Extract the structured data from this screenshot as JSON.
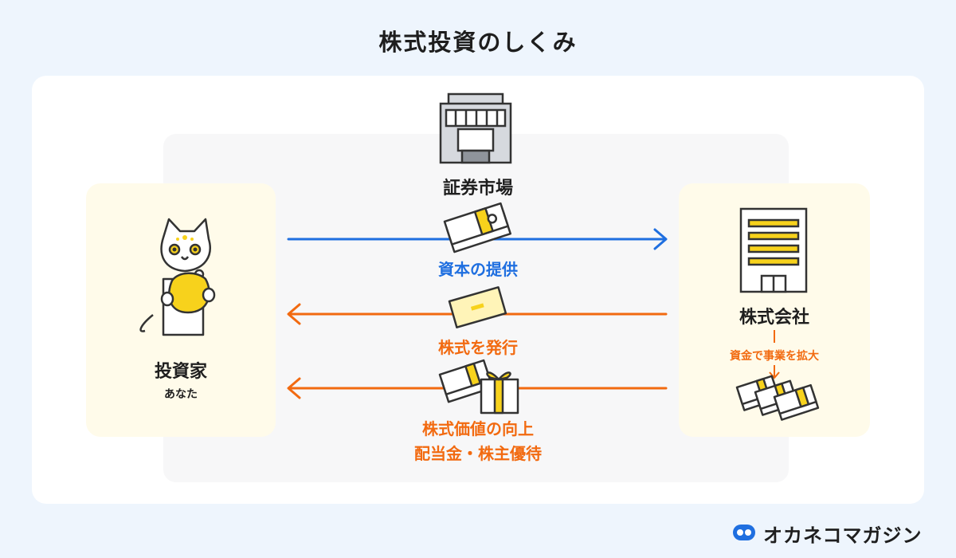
{
  "title": "株式投資のしくみ",
  "market": {
    "label": "証券市場",
    "icon": "stock-exchange-building-icon"
  },
  "investor": {
    "label": "投資家",
    "sublabel": "あなた",
    "icon": "cat-holding-coin-purse-icon"
  },
  "company": {
    "label": "株式会社",
    "note": "資金で事業を拡大",
    "icon": "office-building-icon"
  },
  "flows": [
    {
      "label": "資本の提供",
      "direction": "investor-to-company",
      "color": "#1f6fe0",
      "icon": "money-bundle-icon"
    },
    {
      "label": "株式を発行",
      "direction": "company-to-investor",
      "color": "#f26a10",
      "icon": "stock-certificate-icon"
    },
    {
      "label_lines": [
        "株式価値の向上",
        "配当金・株主優待"
      ],
      "direction": "company-to-investor",
      "color": "#f26a10",
      "icon": "money-and-gift-icon"
    }
  ],
  "brand": {
    "name": "オカネコマガジン",
    "icon": "okaneko-logo-icon"
  },
  "colors": {
    "blue": "#1f6fe0",
    "orange": "#f26a10",
    "yellow": "#f7d21c",
    "card": "#fffbea"
  }
}
